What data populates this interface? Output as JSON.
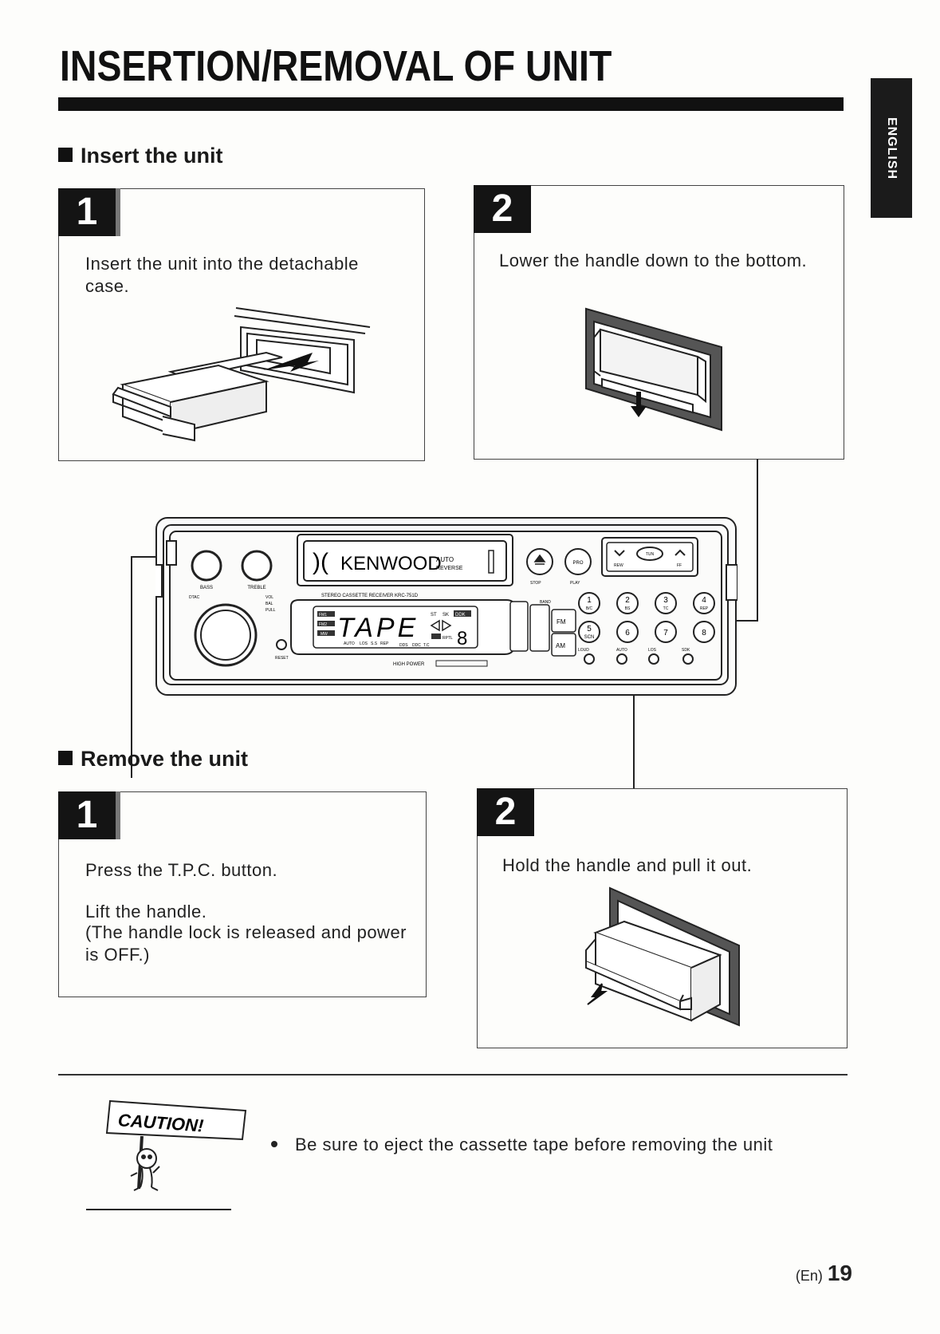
{
  "page": {
    "title": "INSERTION/REMOVAL OF UNIT",
    "side_tab": "ENGLISH",
    "footer_prefix": "(En)",
    "page_number": "19"
  },
  "insert": {
    "heading": "Insert the unit",
    "steps": [
      {
        "number": "1",
        "text": "Insert the unit into the detachable case."
      },
      {
        "number": "2",
        "text": "Lower the handle down to the bottom."
      }
    ]
  },
  "remove": {
    "heading": "Remove the unit",
    "steps": [
      {
        "number": "1",
        "line1": "Press the T.P.C. button.",
        "line2": "Lift the handle.",
        "line3": "(The handle lock is released and power is OFF.)"
      },
      {
        "number": "2",
        "text": "Hold the handle and pull it out."
      }
    ]
  },
  "caution": {
    "sign": "CAUTION!",
    "text": "Be sure to eject the cassette tape before removing the unit"
  },
  "device": {
    "brand": "KENWOOD",
    "auto_reverse": [
      "AUTO",
      "REVERSE"
    ],
    "model_line": "STEREO CASSETTE RECEIVER KRC-751D",
    "display_text": "TAPE",
    "display_digit": "8",
    "knob_labels": [
      "BASS",
      "TREBLE"
    ],
    "small_labels": [
      "DTAC",
      "VOL",
      "BAL",
      "PULL",
      "RESET"
    ],
    "display_badges": [
      "FM1",
      "FM2",
      "MW",
      "ST",
      "SK",
      "DDK",
      "RPTL",
      "AUTO",
      "LOS",
      "S.S",
      "REP",
      "DDS",
      "DDC",
      "T.C",
      "HIGH POWER"
    ],
    "transport": [
      "STOP",
      "PLAY",
      "PRO",
      "REW",
      "TUN",
      "FF"
    ],
    "band_buttons": [
      "BAND",
      "FM",
      "AM"
    ],
    "presets": [
      {
        "num": "1",
        "sub": "B/C"
      },
      {
        "num": "2",
        "sub": "BS"
      },
      {
        "num": "3",
        "sub": "TC"
      },
      {
        "num": "4",
        "sub": "REP"
      },
      {
        "num": "5",
        "sub": "SCN"
      },
      {
        "num": "6",
        "sub": ""
      },
      {
        "num": "7",
        "sub": ""
      },
      {
        "num": "8",
        "sub": ""
      }
    ],
    "bottom_labels": [
      "LOUD",
      "AUTO",
      "LOS",
      "SDK"
    ]
  }
}
